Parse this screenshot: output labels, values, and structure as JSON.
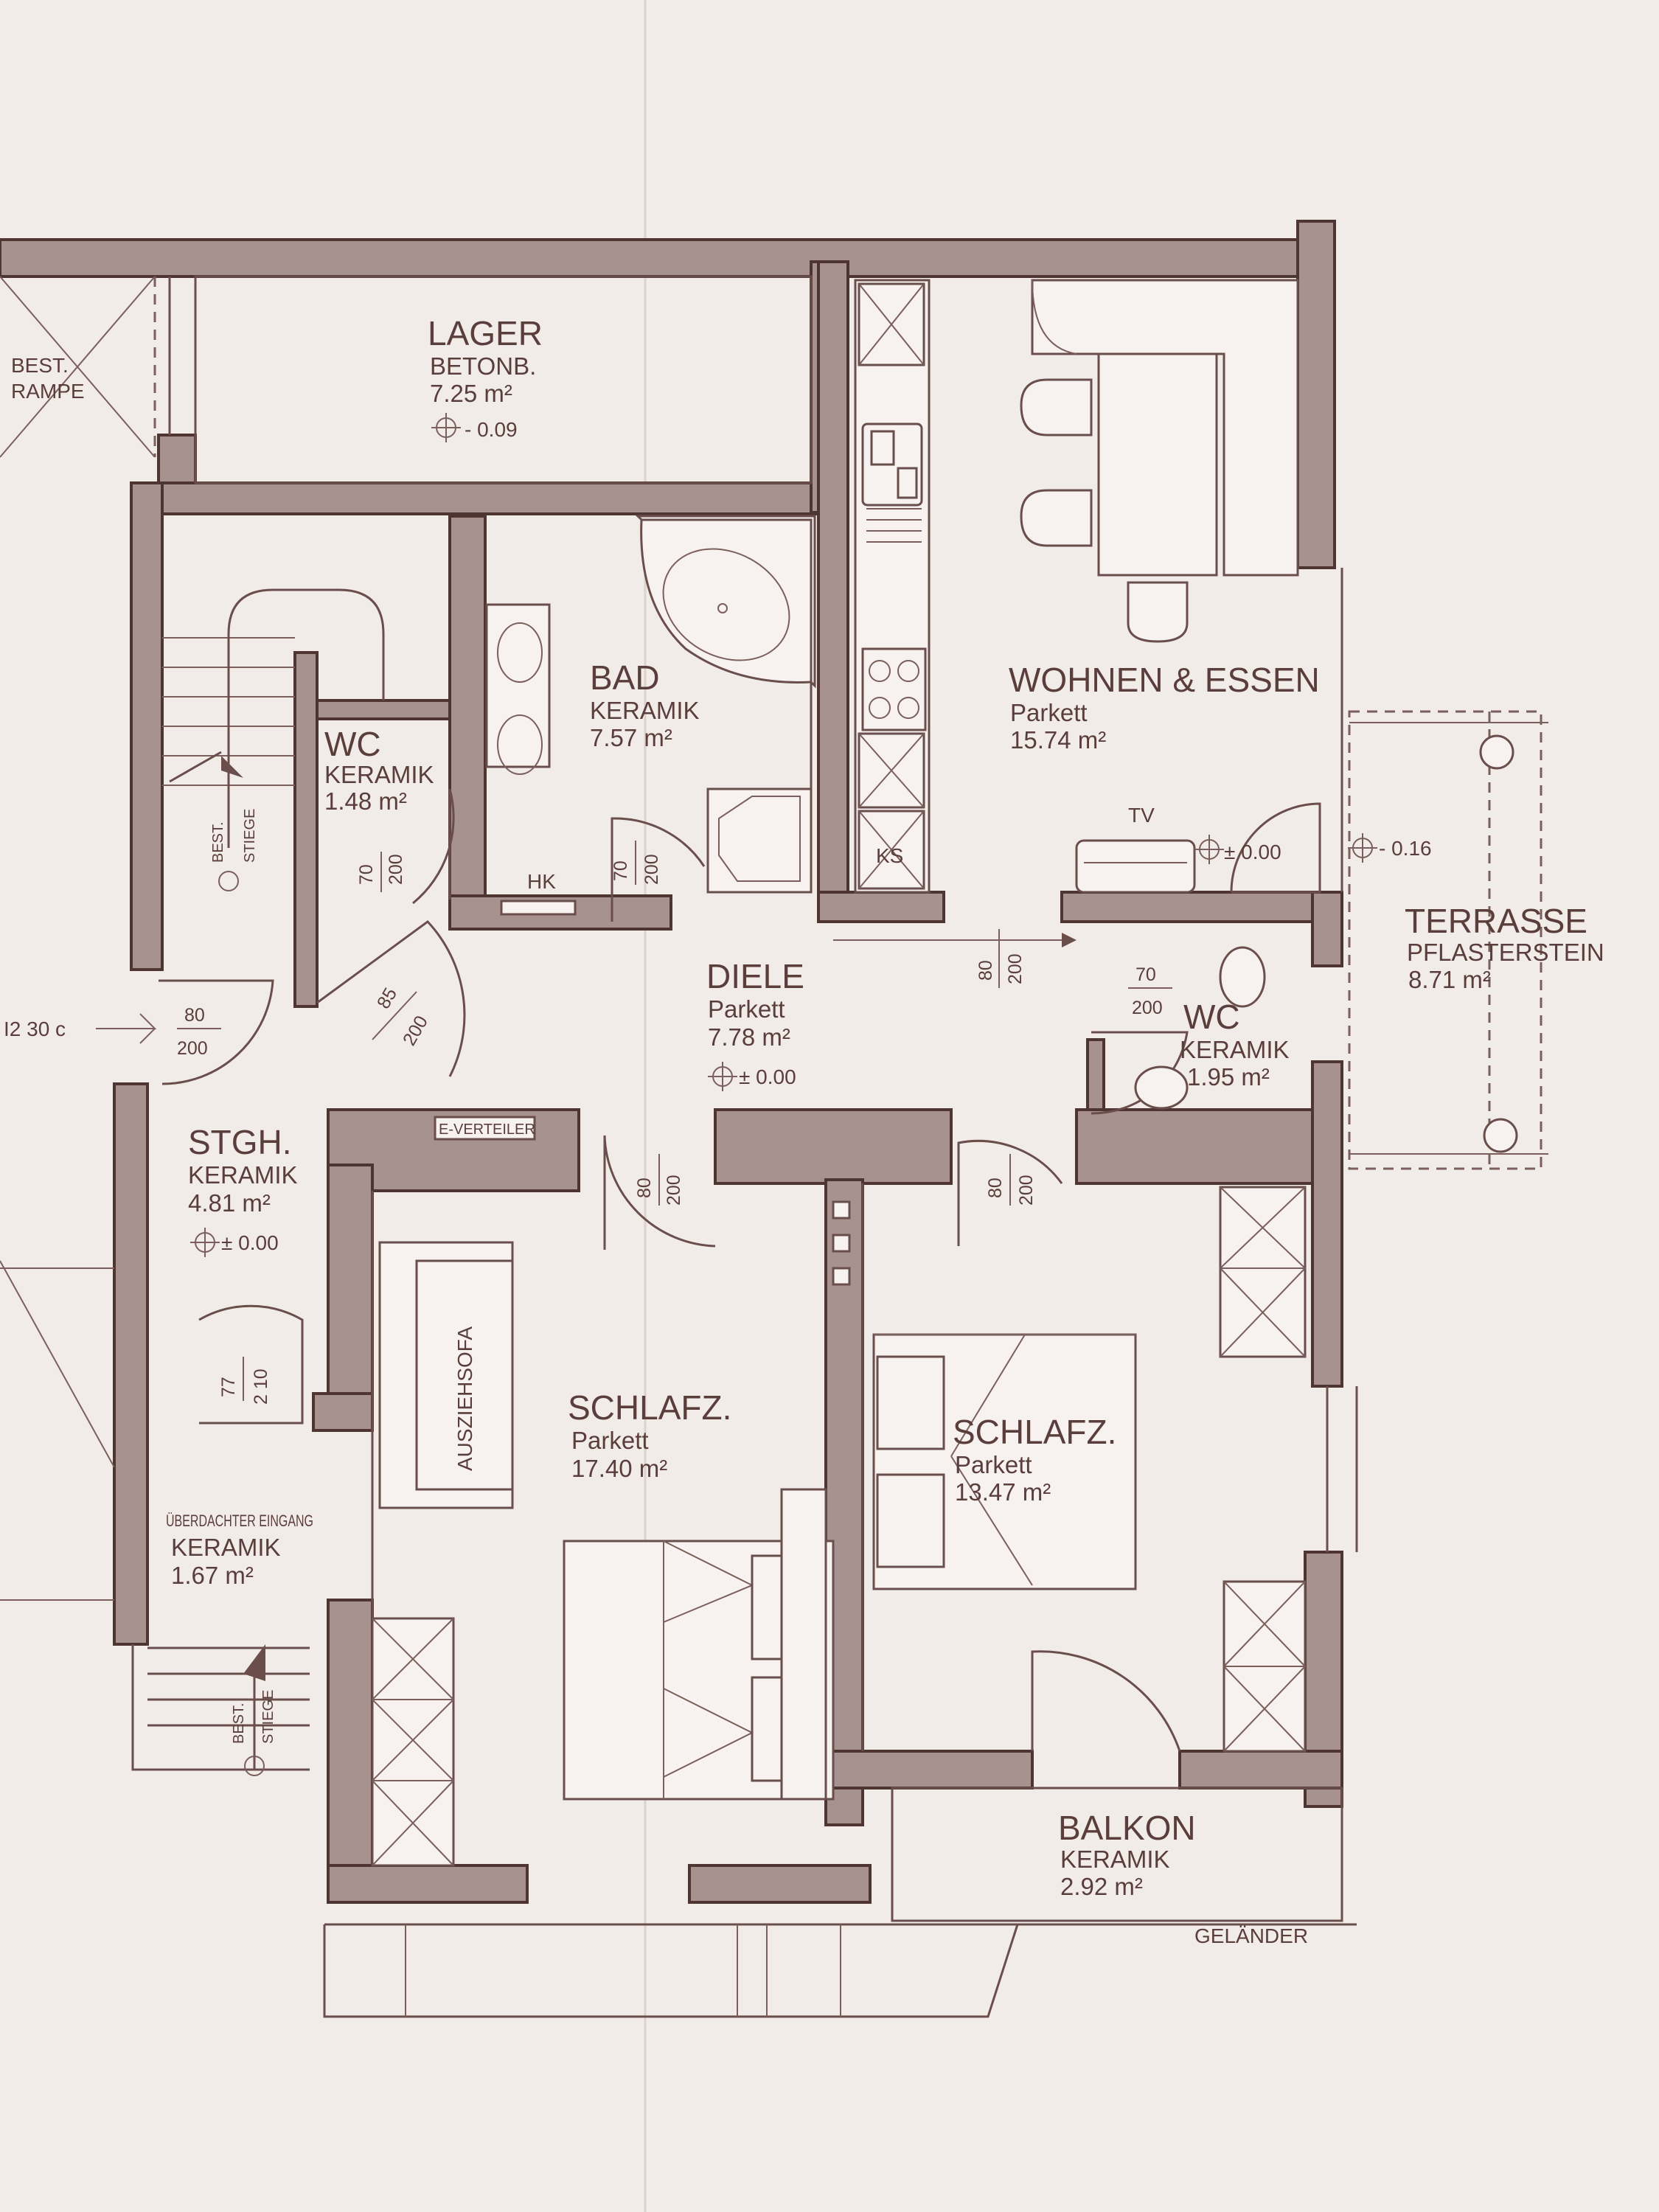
{
  "rooms": {
    "lager": {
      "name": "LAGER",
      "material": "BETONB.",
      "area": "7.25 m²",
      "level": "- 0.09"
    },
    "bad": {
      "name": "BAD",
      "material": "KERAMIK",
      "area": "7.57 m²"
    },
    "wohnen": {
      "name": "WOHNEN & ESSEN",
      "material": "Parkett",
      "area": "15.74 m²"
    },
    "wc1": {
      "name": "WC",
      "material": "KERAMIK",
      "area": "1.48 m²"
    },
    "diele": {
      "name": "DIELE",
      "material": "Parkett",
      "area": "7.78 m²",
      "level": "± 0.00"
    },
    "wc2": {
      "name": "WC",
      "material": "KERAMIK",
      "area": "1.95 m²"
    },
    "terrasse": {
      "name": "TERRASSE",
      "material": "PFLASTERSTEIN",
      "area": "8.71 m²"
    },
    "stgh": {
      "name": "STGH.",
      "material": "KERAMIK",
      "area": "4.81 m²",
      "level": "± 0.00"
    },
    "schlafz1": {
      "name": "SCHLAFZ.",
      "material": "Parkett",
      "area": "17.40 m²"
    },
    "schlafz2": {
      "name": "SCHLAFZ.",
      "material": "Parkett",
      "area": "13.47 m²"
    },
    "eingang": {
      "name": "ÜBERDACHTER EINGANG",
      "material": "KERAMIK",
      "area": "1.67 m²"
    },
    "balkon": {
      "name": "BALKON",
      "material": "KERAMIK",
      "area": "2.92 m²"
    }
  },
  "labels": {
    "best": "BEST.",
    "rampe": "RAMPE",
    "stiege": "STIEGE",
    "hk": "HK",
    "ks": "KS",
    "tv": "TV",
    "tv_level": "± 0.00",
    "terrace_level": "- 0.16",
    "e_verteiler": "E-VERTEILER",
    "ausziehsofa": "AUSZIEHSOFA",
    "gelaender": "GELÄNDER",
    "edge_text": "I2 30 c"
  },
  "doors": {
    "wc1": {
      "w": "70",
      "h": "200"
    },
    "bad": {
      "w": "70",
      "h": "200"
    },
    "stgh": {
      "w": "85",
      "h": "200"
    },
    "entry": {
      "w": "80",
      "h": "200"
    },
    "wohnen": {
      "w": "80",
      "h": "200"
    },
    "wc2": {
      "w": "70",
      "h": "200"
    },
    "schlafz1": {
      "w": "80",
      "h": "200"
    },
    "schlafz2": {
      "w": "80",
      "h": "200"
    },
    "eingang": {
      "w": "77",
      "h": "2 10"
    }
  }
}
